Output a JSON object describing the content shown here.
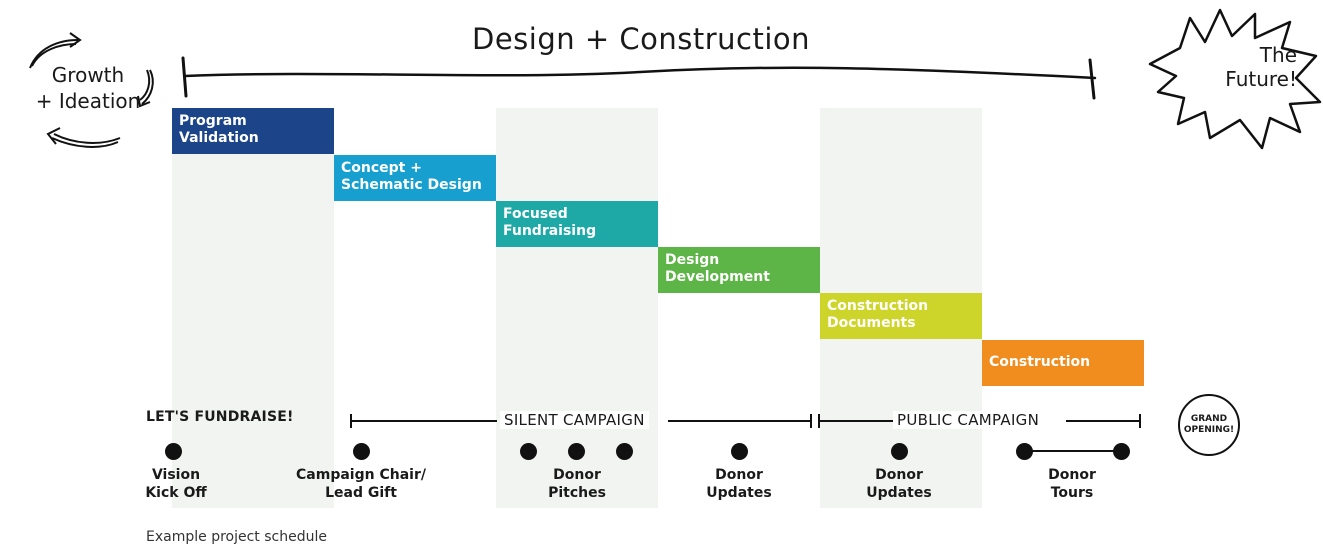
{
  "header": {
    "title": "Design + Construction",
    "start_label": "Growth\n+ Ideation",
    "end_label": "The\nFuture!"
  },
  "phases": [
    {
      "label": "Program\nValidation",
      "color": "#1c4488"
    },
    {
      "label": "Concept +\nSchematic Design",
      "color": "#17a0cf"
    },
    {
      "label": "Focused\nFundraising",
      "color": "#1fa9a6"
    },
    {
      "label": "Design\nDevelopment",
      "color": "#5db447"
    },
    {
      "label": "Construction\nDocuments",
      "color": "#cdd52a"
    },
    {
      "label": "Construction",
      "color": "#f18d1e"
    }
  ],
  "campaigns": {
    "kickoff": "LET'S FUNDRAISE!",
    "silent": "SILENT CAMPAIGN",
    "public": "PUBLIC CAMPAIGN",
    "grand_opening": "GRAND\nOPENING!"
  },
  "milestones": [
    {
      "label": "Vision\nKick Off"
    },
    {
      "label": "Campaign Chair/\nLead Gift"
    },
    {
      "label": "Donor\nPitches"
    },
    {
      "label": "Donor\nUpdates"
    },
    {
      "label": "Donor\nUpdates"
    },
    {
      "label": "Donor\nTours"
    }
  ],
  "caption": "Example project schedule",
  "colors": {
    "column_bg": "#f2f4f1",
    "ink": "#111111"
  }
}
